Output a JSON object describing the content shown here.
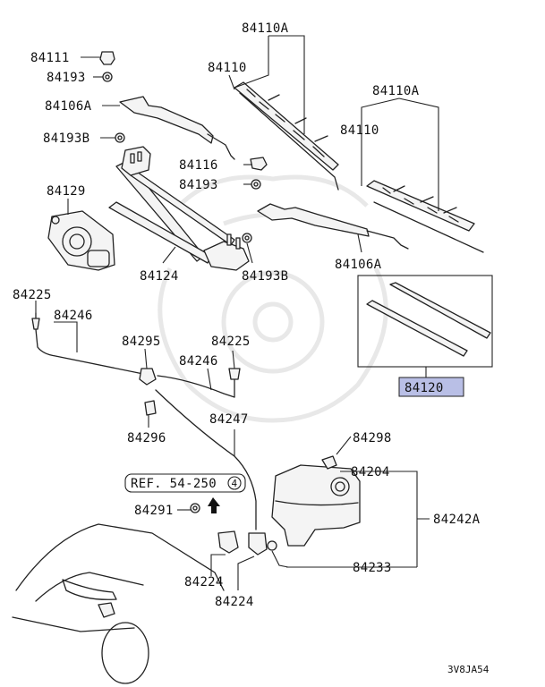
{
  "diagram": {
    "watermark_icon": "samurai-helmet-watermark",
    "highlight_color": "#b9bfe6",
    "labels": {
      "l84110A_top": "84110A",
      "l84110_top": "84110",
      "l84111": "84111",
      "l84193_a": "84193",
      "l84106A_top": "84106A",
      "l84193B_a": "84193B",
      "l84110A_right": "84110A",
      "l84110_right": "84110",
      "l84116": "84116",
      "l84193_b": "84193",
      "l84129": "84129",
      "l84124": "84124",
      "l84193B_b": "84193B",
      "l84106A_bottom": "84106A",
      "l84225_a": "84225",
      "l84246_a": "84246",
      "l84295": "84295",
      "l84225_b": "84225",
      "l84246_b": "84246",
      "l84120": "84120",
      "l84296": "84296",
      "l84247": "84247",
      "l84298": "84298",
      "ref_label": "REF. 54-250",
      "ref_num": "4",
      "l84204": "84204",
      "l84291": "84291",
      "l84242A": "84242A",
      "l84233": "84233",
      "l84224_a": "84224",
      "l84224_b": "84224",
      "code": "3V8JA54"
    }
  }
}
